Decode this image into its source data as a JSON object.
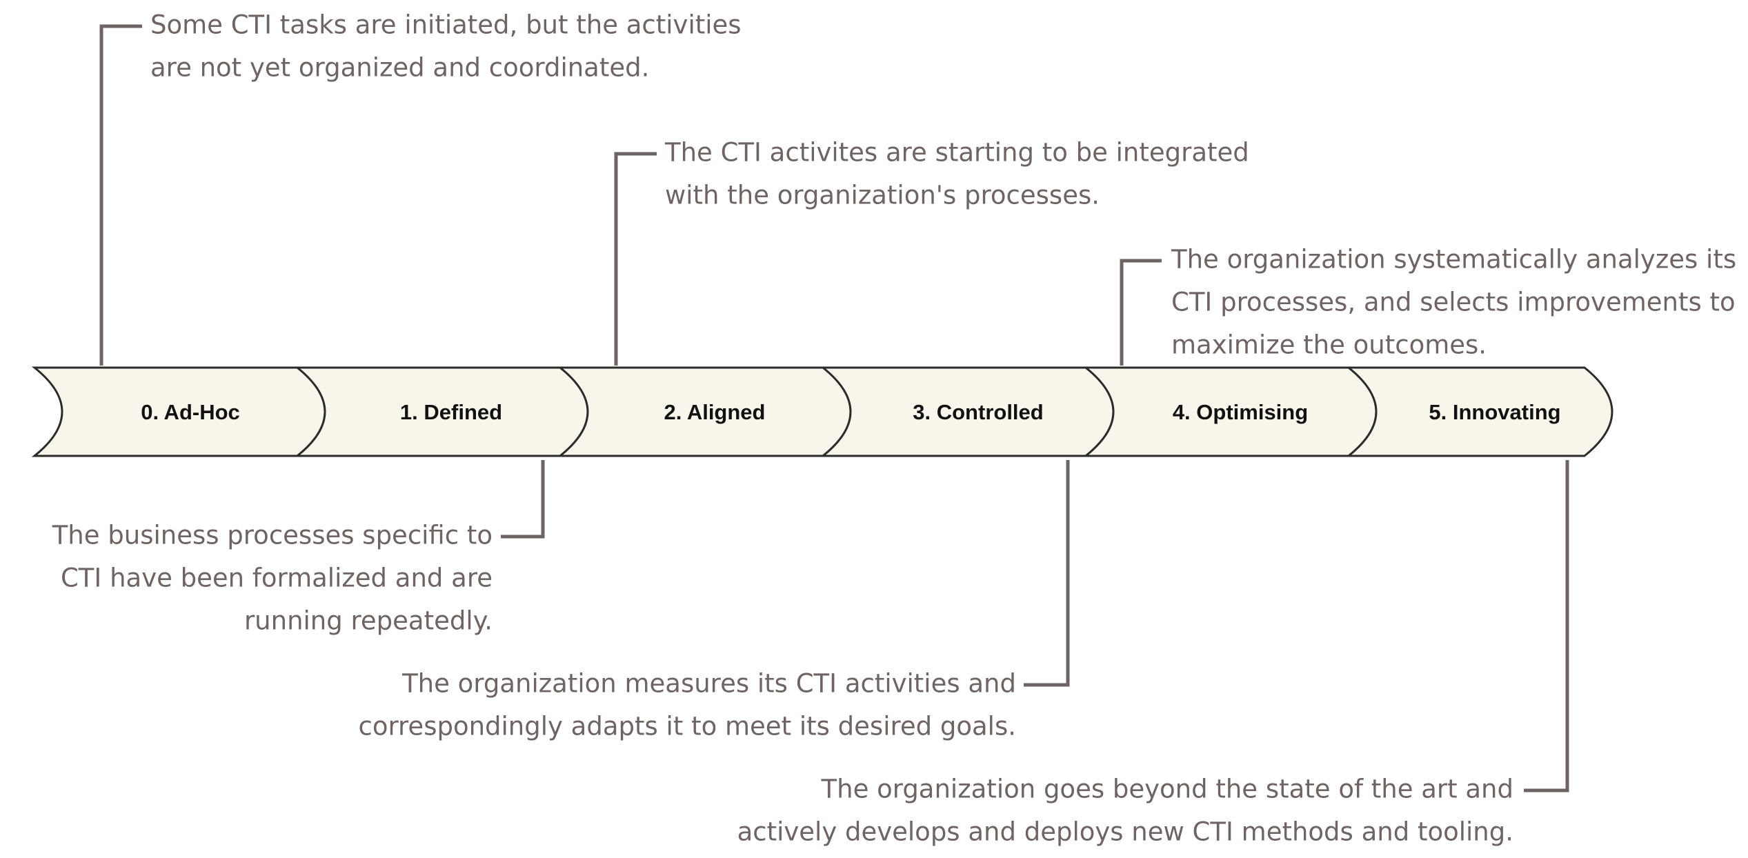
{
  "stages": [
    {
      "label": "0. Ad-Hoc"
    },
    {
      "label": "1. Defined"
    },
    {
      "label": "2. Aligned"
    },
    {
      "label": "3. Controlled"
    },
    {
      "label": "4. Optimising"
    },
    {
      "label": "5. Innovating"
    }
  ],
  "descriptions": {
    "adhoc": {
      "line1": "Some CTI tasks are initiated, but the activities",
      "line2": "are not yet organized and coordinated."
    },
    "defined": {
      "line1": "The business processes specific to",
      "line2": "CTI have been formalized and are",
      "line3": "running repeatedly."
    },
    "aligned": {
      "line1": "The CTI activites are starting to be integrated",
      "line2": "with the organization's processes."
    },
    "controlled": {
      "line1": "The organization measures its CTI activities and",
      "line2": "correspondingly adapts it to meet its desired goals."
    },
    "optimising": {
      "line1": "The organization systematically analyzes its",
      "line2": "CTI processes, and selects improvements to",
      "line3": "maximize the outcomes."
    },
    "innovating": {
      "line1": "The organization goes beyond the state of the art and",
      "line2": "actively develops and deploys new CTI methods and tooling."
    }
  },
  "colors": {
    "stage_fill": "#f8f5ea",
    "stage_stroke": "#2b2b2b",
    "connector": "#6e6464",
    "text": "#6e6464"
  }
}
